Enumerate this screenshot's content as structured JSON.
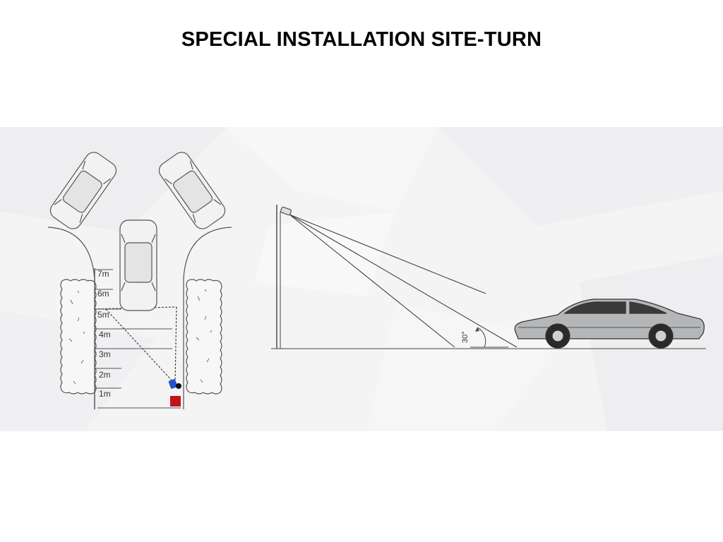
{
  "slide": {
    "title": "SPECIAL INSTALLATION SITE-TURN"
  },
  "plan_view": {
    "distance_markers": [
      "7m",
      "6m",
      "5m",
      "4m",
      "3m",
      "2m",
      "1m"
    ],
    "colors": {
      "camera": "#2255cc",
      "barrier_box": "#c0161b"
    }
  },
  "side_view": {
    "angle_label": "30°"
  }
}
